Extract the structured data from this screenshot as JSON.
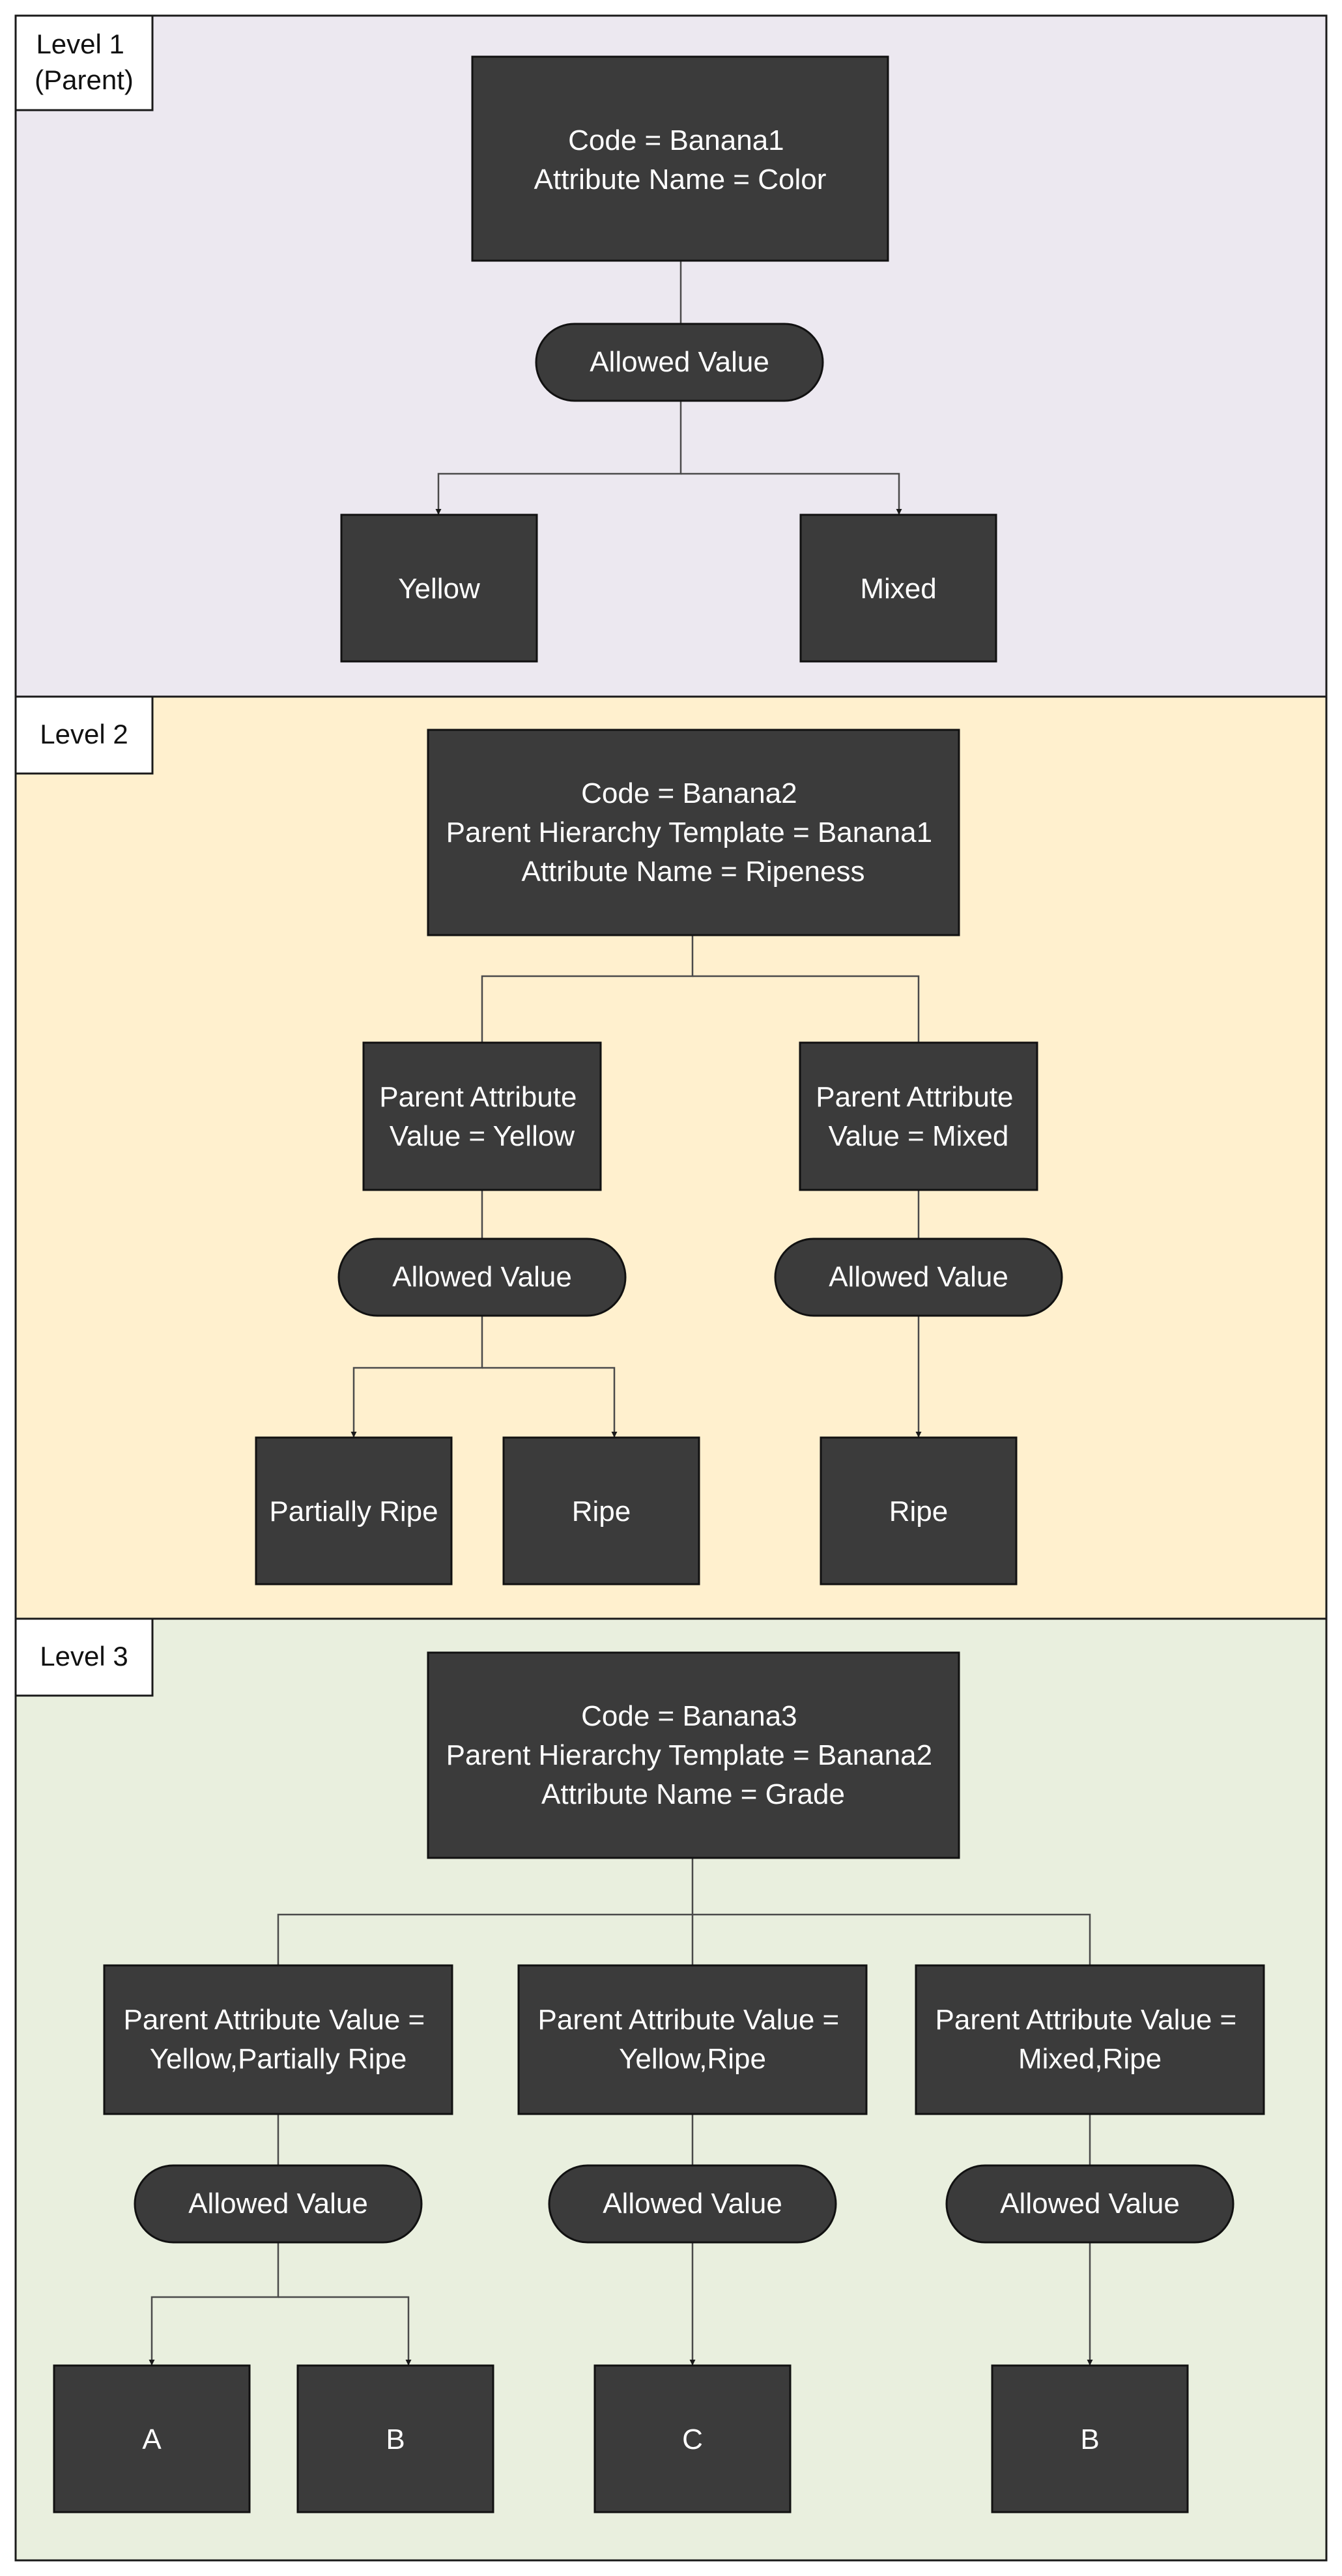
{
  "colors": {
    "level1_bg": "#ECE8F0",
    "level2_bg": "#FFF0CE",
    "level3_bg": "#E9EFDE",
    "node_fill": "#3B3B3B",
    "node_text": "#FFFFFF",
    "line": "#4A4A4A"
  },
  "level1": {
    "label_line1": "Level 1",
    "label_line2": "(Parent)",
    "template": {
      "line1": "Code = Banana1",
      "line2": "Attribute Name = Color"
    },
    "allowed_value": "Allowed Value",
    "values": [
      "Yellow",
      "Mixed"
    ]
  },
  "level2": {
    "label": "Level 2",
    "template": {
      "line1": "Code = Banana2",
      "line2": "Parent Hierarchy Template = Banana1",
      "line3": "Attribute Name = Ripeness"
    },
    "branches": [
      {
        "parent_line1": "Parent Attribute",
        "parent_line2": "Value = Yellow",
        "allowed_value": "Allowed Value",
        "values": [
          "Partially Ripe",
          "Ripe"
        ]
      },
      {
        "parent_line1": "Parent Attribute",
        "parent_line2": "Value = Mixed",
        "allowed_value": "Allowed Value",
        "values": [
          "Ripe"
        ]
      }
    ]
  },
  "level3": {
    "label": "Level 3",
    "template": {
      "line1": "Code = Banana3",
      "line2": "Parent Hierarchy Template = Banana2",
      "line3": "Attribute Name = Grade"
    },
    "branches": [
      {
        "parent_line1": "Parent Attribute Value =",
        "parent_line2": "Yellow,Partially Ripe",
        "allowed_value": "Allowed Value",
        "values": [
          "A",
          "B"
        ]
      },
      {
        "parent_line1": "Parent Attribute Value =",
        "parent_line2": "Yellow,Ripe",
        "allowed_value": "Allowed Value",
        "values": [
          "C"
        ]
      },
      {
        "parent_line1": "Parent Attribute Value =",
        "parent_line2": "Mixed,Ripe",
        "allowed_value": "Allowed Value",
        "values": [
          "B"
        ]
      }
    ]
  }
}
